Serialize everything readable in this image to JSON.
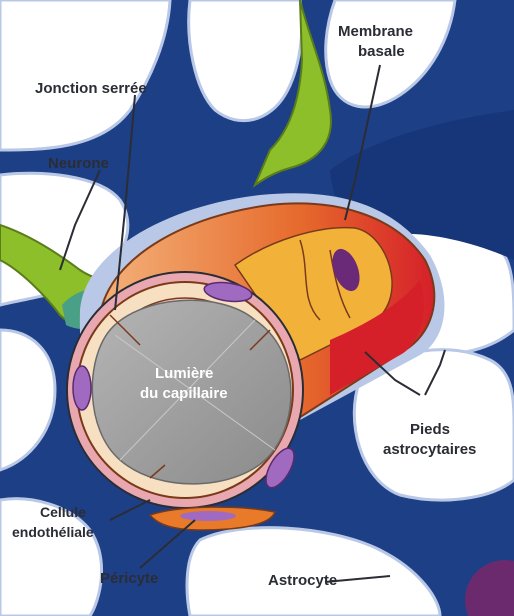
{
  "labels": {
    "jonction_serree": "Jonction serrée",
    "membrane_basale_1": "Membrane",
    "membrane_basale_2": "basale",
    "neurone": "Neurone",
    "lumiere_1": "Lumière",
    "lumiere_2": "du capillaire",
    "pieds_1": "Pieds",
    "pieds_2": "astrocytaires",
    "cellule_1": "Cellule",
    "cellule_2": "endothéliale",
    "pericyte": "Péricyte",
    "astrocyte": "Astrocyte"
  },
  "colors": {
    "astrocyte_blue": "#1d3f86",
    "astrocyte_outline": "#b8c8e6",
    "neuron_green": "#8cbf2a",
    "lumen_gray": "#9d9d9d",
    "endothelial_cream": "#f7e0c2",
    "basal_membrane_pink": "#e9a8b0",
    "pericyte_orange": "#e87a2a",
    "nucleus_purple": "#8e5ca8",
    "foot_red": "#d5202a"
  }
}
